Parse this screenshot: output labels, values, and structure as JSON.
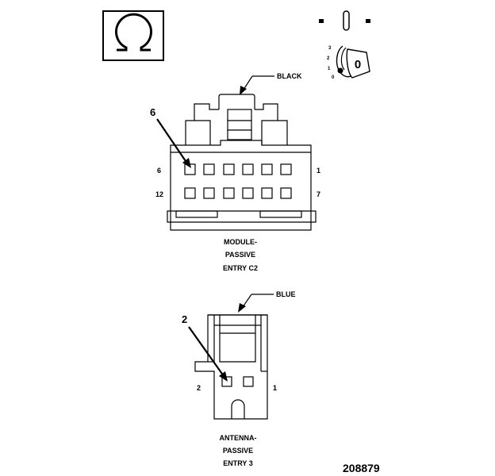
{
  "icons": {
    "ohm_symbol": "ohm-icon",
    "ignition_key": "ignition-key-icon"
  },
  "ignition": {
    "switch_labels": [
      "3",
      "2",
      "1",
      "0"
    ],
    "key_label": "0"
  },
  "connector_c2": {
    "color_label": "BLACK",
    "callout_number": "6",
    "pin_labels": {
      "top_left": "6",
      "top_right": "1",
      "bottom_left": "12",
      "bottom_right": "7"
    },
    "caption": [
      "MODULE-",
      "PASSIVE",
      "ENTRY C2"
    ]
  },
  "connector_antenna": {
    "color_label": "BLUE",
    "callout_number": "2",
    "pin_labels": {
      "left": "2",
      "right": "1"
    },
    "caption": [
      "ANTENNA-",
      "PASSIVE",
      "ENTRY 3"
    ]
  },
  "figure_id": "208879"
}
